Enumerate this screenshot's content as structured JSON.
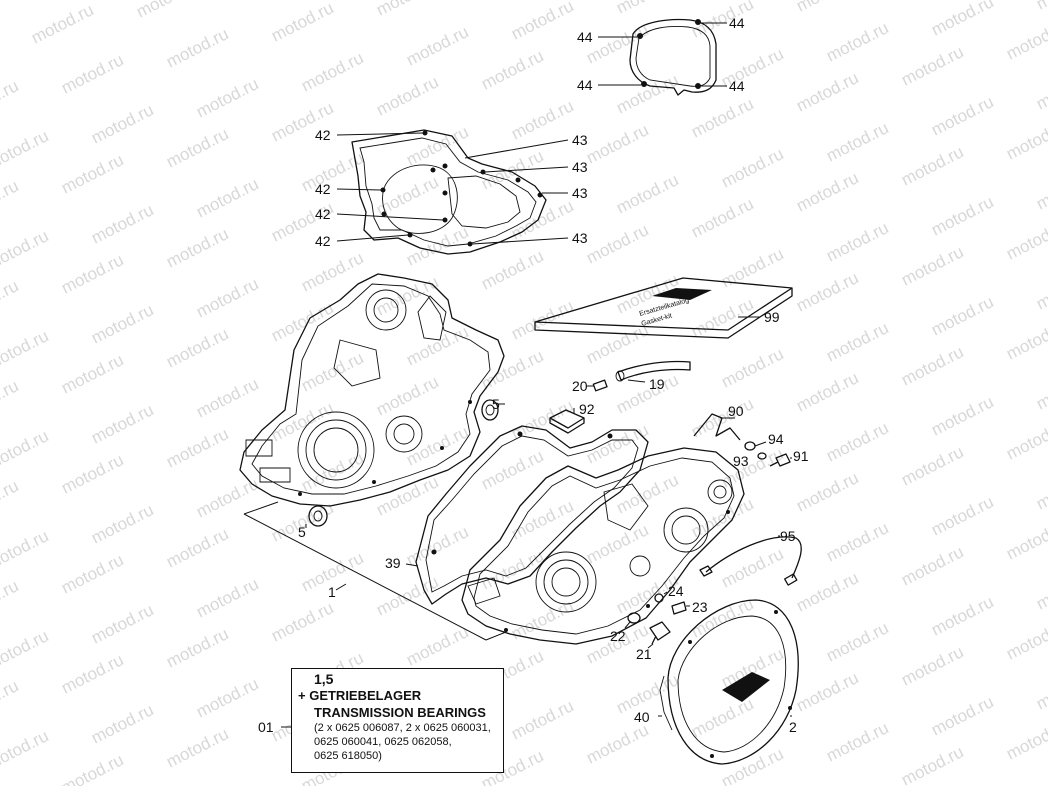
{
  "watermark": "motod.ru",
  "callouts": {
    "c44": "44",
    "c42": "42",
    "c43": "43",
    "c99": "99",
    "c19": "19",
    "c20": "20",
    "c92": "92",
    "c90": "90",
    "c94": "94",
    "c93": "93",
    "c91": "91",
    "c5": "5",
    "c39": "39",
    "c1": "1",
    "c95": "95",
    "c24": "24",
    "c23": "23",
    "c22": "22",
    "c21": "21",
    "c40": "40",
    "c2": "2",
    "c01": "01"
  },
  "infobox": {
    "quantity": "1,5",
    "title_de": "+ GETRIEBELAGER",
    "title_en": "TRANSMISSION BEARINGS",
    "part_numbers": [
      "(2 x 0625 006087, 2 x 0625 060031,",
      "0625 060041, 0625 062058,",
      "0625 618050)"
    ]
  },
  "manual_label": {
    "line1": "Ersatzteilkatalog",
    "line2": "Gasket-kit"
  }
}
